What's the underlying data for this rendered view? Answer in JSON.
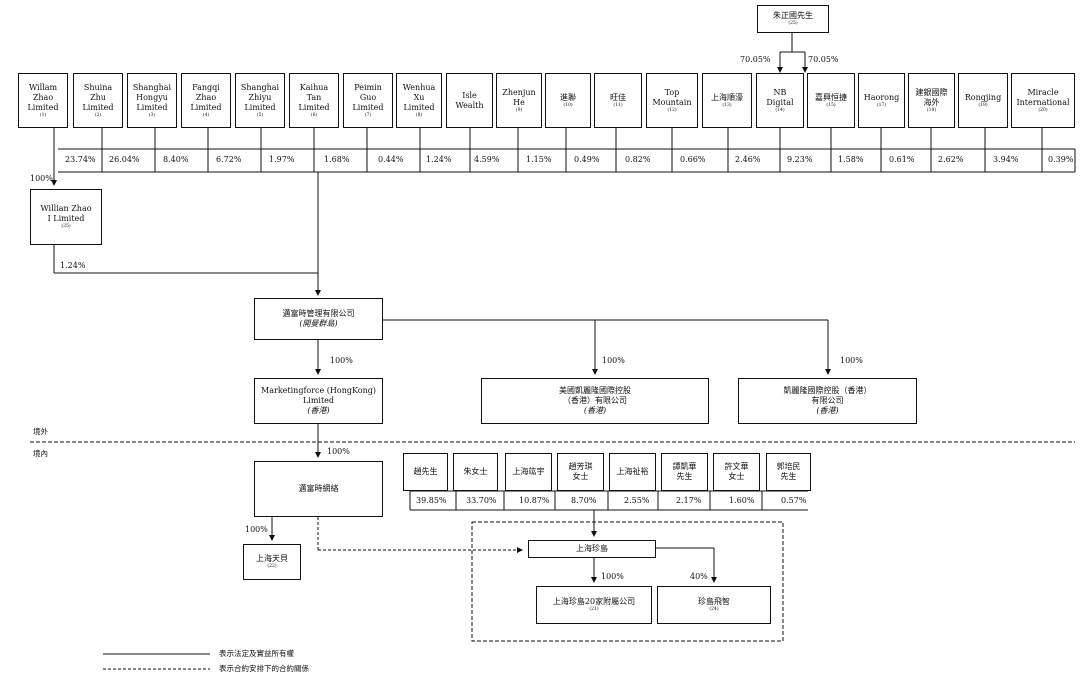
{
  "top_person": {
    "name": "朱正國先生",
    "note": "(25)",
    "pct_left": "70.05%",
    "pct_right": "70.05%"
  },
  "shareholders": [
    {
      "lines": [
        "Willam",
        "Zhao",
        "Limited"
      ],
      "note": "(1)",
      "pct": "",
      "pct_pos": ""
    },
    {
      "lines": [
        "Shuina",
        "Zhu",
        "Limited"
      ],
      "note": "(2)",
      "pct": "23.74%",
      "pct_pos": "left"
    },
    {
      "lines": [
        "Shanghai",
        "Hongyu",
        "Limited"
      ],
      "note": "(3)",
      "pct": "26.04%",
      "pct_pos": "left"
    },
    {
      "lines": [
        "Fangqi",
        "Zhao",
        "Limited"
      ],
      "note": "(4)",
      "pct": "8.40%",
      "pct_pos": "left"
    },
    {
      "lines": [
        "Shanghai",
        "Zhiyu",
        "Limited"
      ],
      "note": "(5)",
      "pct": "6.72%",
      "pct_pos": "left"
    },
    {
      "lines": [
        "Kaihua",
        "Tan",
        "Limited"
      ],
      "note": "(6)",
      "pct": "1.97%",
      "pct_pos": "left"
    },
    {
      "lines": [
        "Peimin",
        "Guo",
        "Limited"
      ],
      "note": "(7)",
      "pct": "1.68%",
      "pct_pos": "left"
    },
    {
      "lines": [
        "Wenhua",
        "Xu",
        "Limited"
      ],
      "note": "(8)",
      "pct": "0.44%",
      "pct_pos": "left"
    },
    {
      "lines": [
        "Isle",
        "Wealth"
      ],
      "note": "",
      "pct": "1.24%",
      "pct_pos": "left"
    },
    {
      "lines": [
        "Zhenjun",
        "He"
      ],
      "note": "(9)",
      "pct": "4.59%",
      "pct_pos": "left"
    },
    {
      "lines": [
        "進聯"
      ],
      "note": "(10)",
      "pct": "1.15%",
      "pct_pos": "left"
    },
    {
      "lines": [
        "旺佳"
      ],
      "note": "(11)",
      "pct": "0.49%",
      "pct_pos": "left"
    },
    {
      "lines": [
        "Top",
        "Mountain"
      ],
      "note": "(12)",
      "pct": "0.82%",
      "pct_pos": "left"
    },
    {
      "lines": [
        "上海順濠"
      ],
      "note": "(13)",
      "pct": "0.66%",
      "pct_pos": "left"
    },
    {
      "lines": [
        "NB",
        "Digital"
      ],
      "note": "(14)",
      "pct": "2.46%",
      "pct_pos": "left"
    },
    {
      "lines": [
        "嘉興恒捷"
      ],
      "note": "(15)",
      "pct": "9.23%",
      "pct_pos": "left"
    },
    {
      "lines": [
        "Haorong"
      ],
      "note": "(17)",
      "pct": "1.58%",
      "pct_pos": "left"
    },
    {
      "lines": [
        "建銀國際",
        "海外"
      ],
      "note": "(18)",
      "pct": "0.61%",
      "pct_pos": "left"
    },
    {
      "lines": [
        "Rongjing"
      ],
      "note": "(19)",
      "pct": "2.62%",
      "pct_pos": "left"
    },
    {
      "lines": [
        "Miracle",
        "International"
      ],
      "note": "(20)",
      "pct": "3.94%",
      "pct_pos": "left"
    }
  ],
  "last_pct": "0.39%",
  "willian_sub": {
    "lines": [
      "Willian Zhao",
      "I Limited"
    ],
    "note": "(35)",
    "pct_in": "100%",
    "pct_out": "1.24%"
  },
  "cayman": {
    "name": "邁富時管理有限公司",
    "jurisdiction": "(開曼群島)"
  },
  "mf_hk": {
    "lines": [
      "Marketingforce (HongKong)",
      "Limited"
    ],
    "jurisdiction": "(香港)",
    "pct": "100%"
  },
  "us_hk": {
    "lines": [
      "美國凱麗隆國際控股",
      "（香港）有限公司"
    ],
    "jurisdiction": "(香港)",
    "pct": "100%"
  },
  "kl_hk": {
    "lines": [
      "凱麗隆國際控股（香港）",
      "有限公司"
    ],
    "jurisdiction": "(香港)",
    "pct": "100%"
  },
  "offshore_label": "境外",
  "onshore_label": "境內",
  "mf_network": {
    "name": "邁富時網絡",
    "pct": "100%"
  },
  "tianbei": {
    "name": "上海天貝",
    "note": "(22)",
    "pct": "100%"
  },
  "vie_holders": [
    {
      "lines": [
        "趙先生"
      ],
      "pct": "39.85%"
    },
    {
      "lines": [
        "朱女士"
      ],
      "pct": "33.70%"
    },
    {
      "lines": [
        "上海竑宇"
      ],
      "pct": "10.87%"
    },
    {
      "lines": [
        "趙芳琪",
        "女士"
      ],
      "pct": "8.70%"
    },
    {
      "lines": [
        "上海祉裕"
      ],
      "pct": "2.55%"
    },
    {
      "lines": [
        "譚凱華",
        "先生"
      ],
      "pct": "2.17%"
    },
    {
      "lines": [
        "許文華",
        "女士"
      ],
      "pct": "1.60%"
    },
    {
      "lines": [
        "郭培民",
        "先生"
      ],
      "pct": "0.57%"
    }
  ],
  "zhendao": {
    "name": "上海珍島"
  },
  "zhendao_subs": {
    "name": "上海珍島20家附屬公司",
    "note": "(21)",
    "pct": "100%"
  },
  "feizhi": {
    "name": "珍島飛智",
    "note": "(24)",
    "pct": "40%"
  },
  "legend": {
    "solid": "表示法定及實益所有權",
    "dashed": "表示合約安排下的合約關係"
  }
}
